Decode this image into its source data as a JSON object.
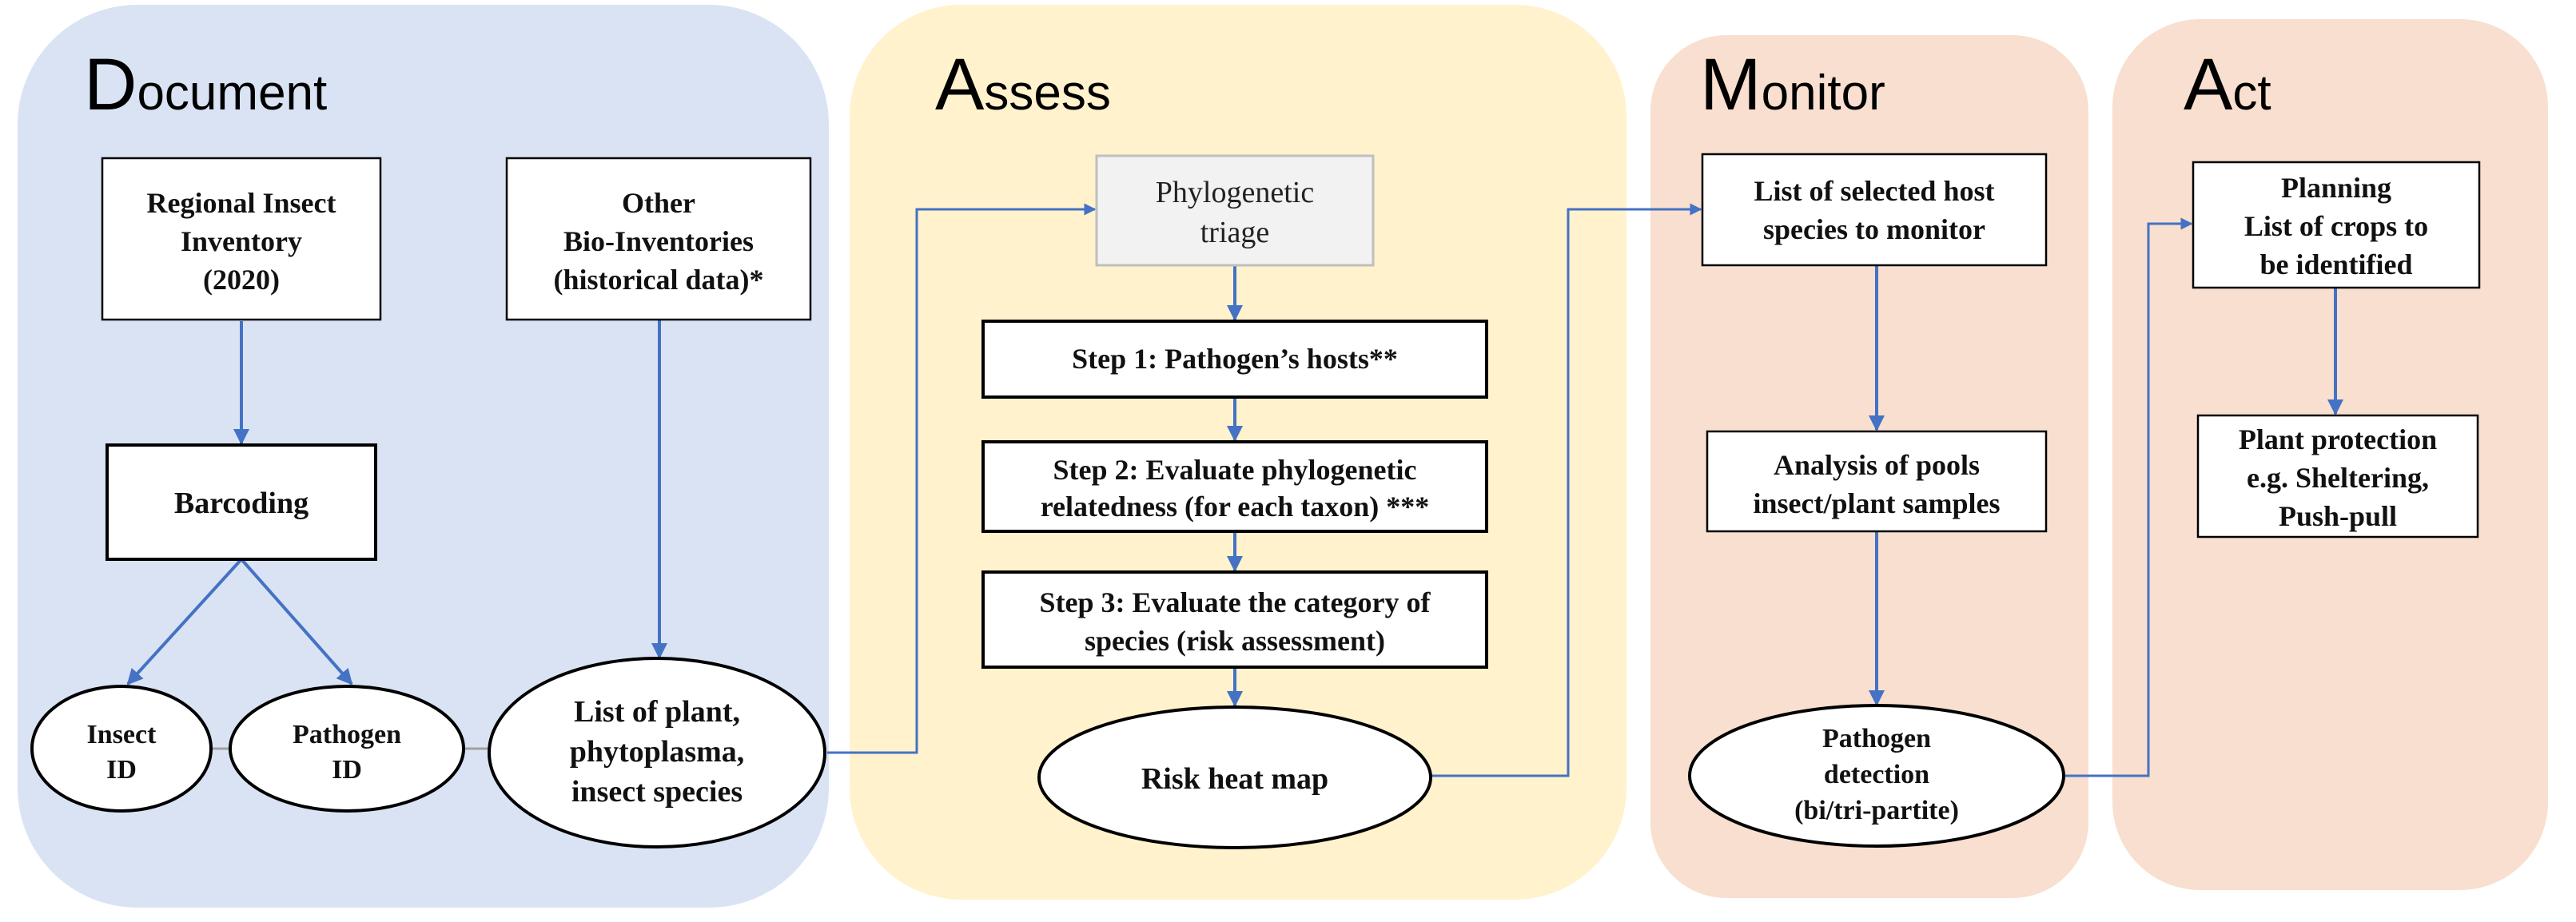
{
  "colors": {
    "document_panel": "#dae3f3",
    "assess_panel": "#fff2cc",
    "monitor_panel": "#f8dfcf",
    "act_panel": "#f8dfcf",
    "arrow": "#4472C4",
    "triage_box": "#f2f2f2"
  },
  "phases": {
    "document": {
      "first": "D",
      "rest": "ocument"
    },
    "assess": {
      "first": "A",
      "rest": "ssess"
    },
    "monitor": {
      "first": "M",
      "rest": "onitor"
    },
    "act": {
      "first": "A",
      "rest": "ct"
    }
  },
  "document": {
    "regional_inventory": [
      "Regional Insect",
      "Inventory",
      "(2020)"
    ],
    "other_inventories": [
      "Other",
      "Bio-Inventories",
      "(historical data)*"
    ],
    "barcoding": "Barcoding",
    "insect_id": [
      "Insect",
      "ID"
    ],
    "pathogen_id": [
      "Pathogen",
      "ID"
    ],
    "species_list": [
      "List of plant,",
      "phytoplasma,",
      "insect species"
    ]
  },
  "assess": {
    "triage": [
      "Phylogenetic",
      "triage"
    ],
    "step1": "Step 1: Pathogen’s hosts**",
    "step2": [
      "Step 2: Evaluate phylogenetic",
      "relatedness (for each taxon) ***"
    ],
    "step3": [
      "Step 3: Evaluate the category of",
      "species (risk assessment)"
    ],
    "heat_map": "Risk heat map"
  },
  "monitor": {
    "host_list": [
      "List of selected host",
      "species to monitor"
    ],
    "pools": [
      "Analysis of pools",
      "insect/plant samples"
    ],
    "detection": [
      "Pathogen",
      "detection",
      "(bi/tri-partite)"
    ]
  },
  "act": {
    "planning": [
      "Planning",
      "List of crops to",
      "be identified"
    ],
    "protection": [
      "Plant protection",
      "e.g. Sheltering,",
      "Push-pull"
    ]
  }
}
